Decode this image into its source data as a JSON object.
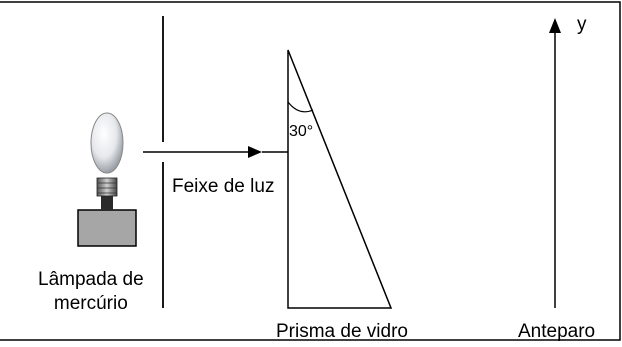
{
  "labels": {
    "lamp": "Lâmpada de\nmercúrio",
    "beam": "Feixe de luz",
    "prism": "Prisma de vidro",
    "screen": "Anteparo",
    "angle": "30°",
    "axis": "y"
  },
  "colors": {
    "line": "#000000",
    "lamp_base": "#a6a6a6",
    "bulb": "#eef0f3",
    "socket": "#2b2b2b"
  }
}
